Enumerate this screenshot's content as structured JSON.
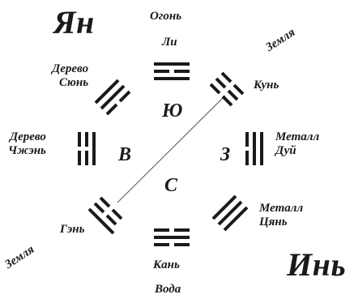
{
  "title_yang": "Ян",
  "title_yin": "Инь",
  "directions": {
    "south": "Ю",
    "north": "С",
    "east": "В",
    "west": "З"
  },
  "trigrams": {
    "li": {
      "name": "Ли",
      "element": "Огонь"
    },
    "xun": {
      "name": "Сюнь",
      "element": "Дерево"
    },
    "zhen": {
      "name": "Чжэнь",
      "element": "Дерево"
    },
    "gen": {
      "name": "Гэнь",
      "element": "Земля"
    },
    "kan": {
      "name": "Кань",
      "element": "Вода"
    },
    "qian": {
      "name": "Цянь",
      "element": "Металл"
    },
    "dui": {
      "name": "Дуй",
      "element": "Металл"
    },
    "kun": {
      "name": "Кунь",
      "element": "Земля"
    }
  },
  "colors": {
    "ink": "#1a1a1a",
    "axis": "#555555",
    "background": "#ffffff"
  }
}
